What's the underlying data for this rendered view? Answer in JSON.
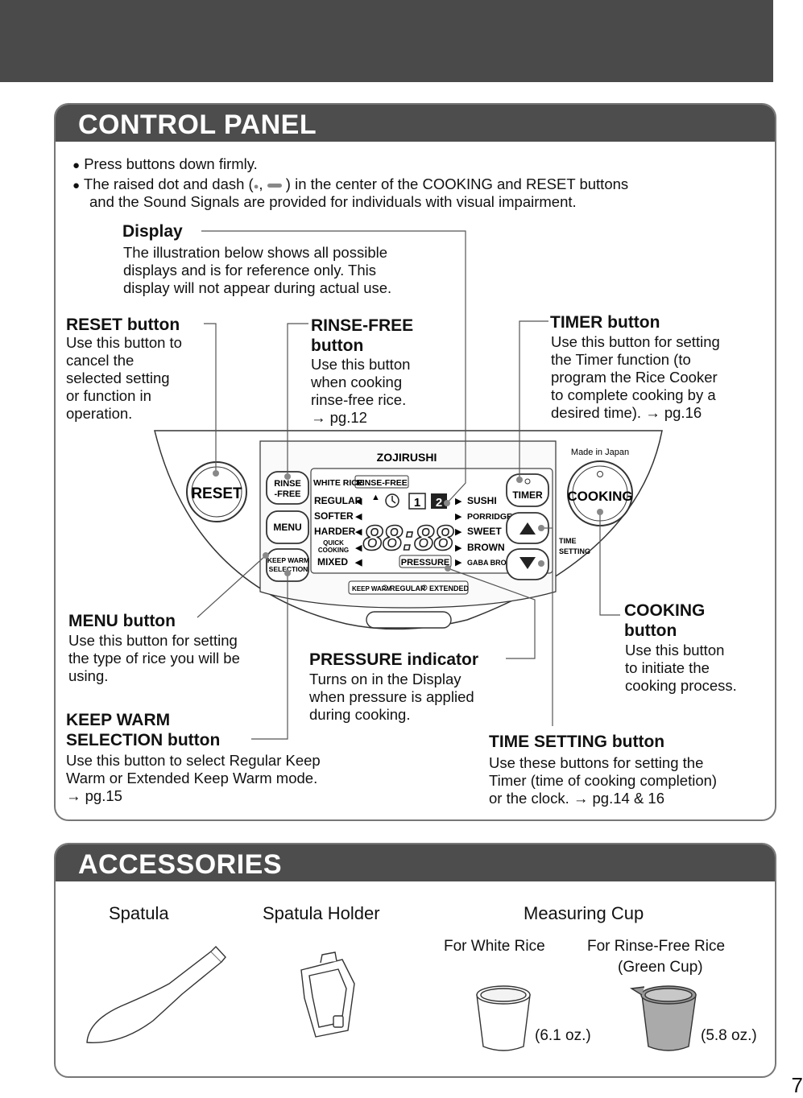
{
  "control_panel": {
    "title": "CONTROL PANEL",
    "notes": [
      "Press buttons down firmly.",
      "The raised dot and dash (",
      ") in the center of the COOKING and RESET buttons",
      "and the Sound Signals are provided for individuals with visual impairment."
    ],
    "display": {
      "heading": "Display",
      "lines": [
        "The illustration below shows all possible",
        "displays and is for reference only. This",
        "display will not appear during actual use."
      ]
    },
    "reset": {
      "heading": "RESET button",
      "lines": [
        "Use this button to",
        "cancel the",
        "selected setting",
        "or function in",
        "operation."
      ]
    },
    "rinse_free": {
      "heading_1": "RINSE-FREE",
      "heading_2": "button",
      "lines": [
        "Use this button",
        "when cooking",
        "rinse-free rice.",
        "→ pg.12"
      ]
    },
    "timer": {
      "heading": "TIMER button",
      "lines": [
        "Use this button for setting",
        "the Timer function (to",
        "program the Rice Cooker",
        "to complete cooking by a",
        "desired time). → pg.16"
      ]
    },
    "menu": {
      "heading": "MENU button",
      "lines": [
        "Use this button for setting",
        "the type of rice you will be",
        "using."
      ]
    },
    "pressure": {
      "heading": "PRESSURE indicator",
      "lines": [
        "Turns on in the Display",
        "when pressure is applied",
        "during cooking."
      ]
    },
    "cooking": {
      "heading_1": "COOKING",
      "heading_2": "button",
      "lines": [
        "Use this button",
        "to initiate the",
        "cooking process."
      ]
    },
    "keep_warm": {
      "heading_1": "KEEP WARM",
      "heading_2": "SELECTION button",
      "lines": [
        "Use this button to select Regular Keep",
        "Warm or Extended Keep Warm mode.",
        "→ pg.15"
      ]
    },
    "time_setting": {
      "heading": "TIME SETTING button",
      "lines": [
        "Use these buttons for setting the",
        "Timer (time of cooking completion)",
        "or the clock. → pg.14 & 16"
      ]
    },
    "panel": {
      "brand": "ZOJIRUSHI",
      "made_in": "Made in Japan",
      "reset": "RESET",
      "rinse_1": "RINSE",
      "rinse_2": "-FREE",
      "menu": "MENU",
      "keep_warm_1": "KEEP WARM",
      "keep_warm_2": "SELECTION",
      "timer": "TIMER",
      "cooking": "COOKING",
      "time_1": "TIME",
      "time_2": "SETTING",
      "lcd": {
        "white_rice": "WHITE RICE",
        "rinse_free": "RINSE-FREE",
        "left_menu": [
          "REGULAR",
          "SOFTER",
          "HARDER",
          "QUICK",
          "COOKING",
          "MIXED"
        ],
        "right_menu": [
          "SUSHI",
          "PORRIDGE",
          "SWEET",
          "BROWN",
          "GABA BROWN"
        ],
        "digits": "88:88",
        "num1": "1",
        "num2": "2",
        "pressure": "PRESSURE",
        "keep_warm": "KEEP WARM",
        "regular": "REGULAR",
        "extended": "EXTENDED"
      }
    }
  },
  "accessories": {
    "title": "ACCESSORIES",
    "spatula": "Spatula",
    "spatula_holder": "Spatula Holder",
    "measuring_cup": "Measuring Cup",
    "white_rice": "For White Rice",
    "rinse_free_1": "For Rinse-Free Rice",
    "rinse_free_2": "(Green Cup)",
    "oz_white": "(6.1 oz.)",
    "oz_green": "(5.8 oz.)"
  },
  "page_number": "7"
}
